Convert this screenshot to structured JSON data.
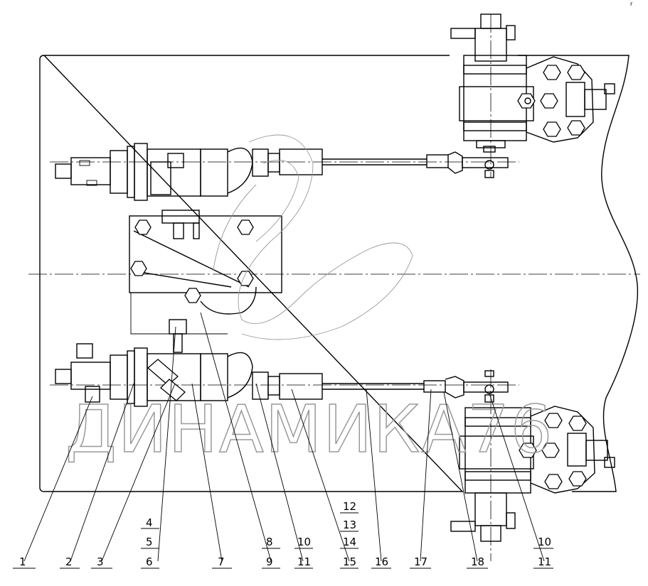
{
  "watermark": {
    "text": "ДИНАМИКА76",
    "color": "#9a9a9a"
  },
  "corner_mark": "r",
  "callouts": {
    "bottom_row": [
      "1",
      "2",
      "3",
      "6",
      "7",
      "9",
      "11",
      "15",
      "16",
      "17",
      "18",
      "11"
    ],
    "stack_left": [
      "4",
      "5"
    ],
    "stack_mid_a": [
      "8"
    ],
    "stack_mid_b": [
      "10"
    ],
    "stack_mid_c": [
      "12",
      "13",
      "14"
    ],
    "stack_right": [
      "10"
    ]
  },
  "colors": {
    "line": "#000000",
    "background": "#ffffff"
  }
}
